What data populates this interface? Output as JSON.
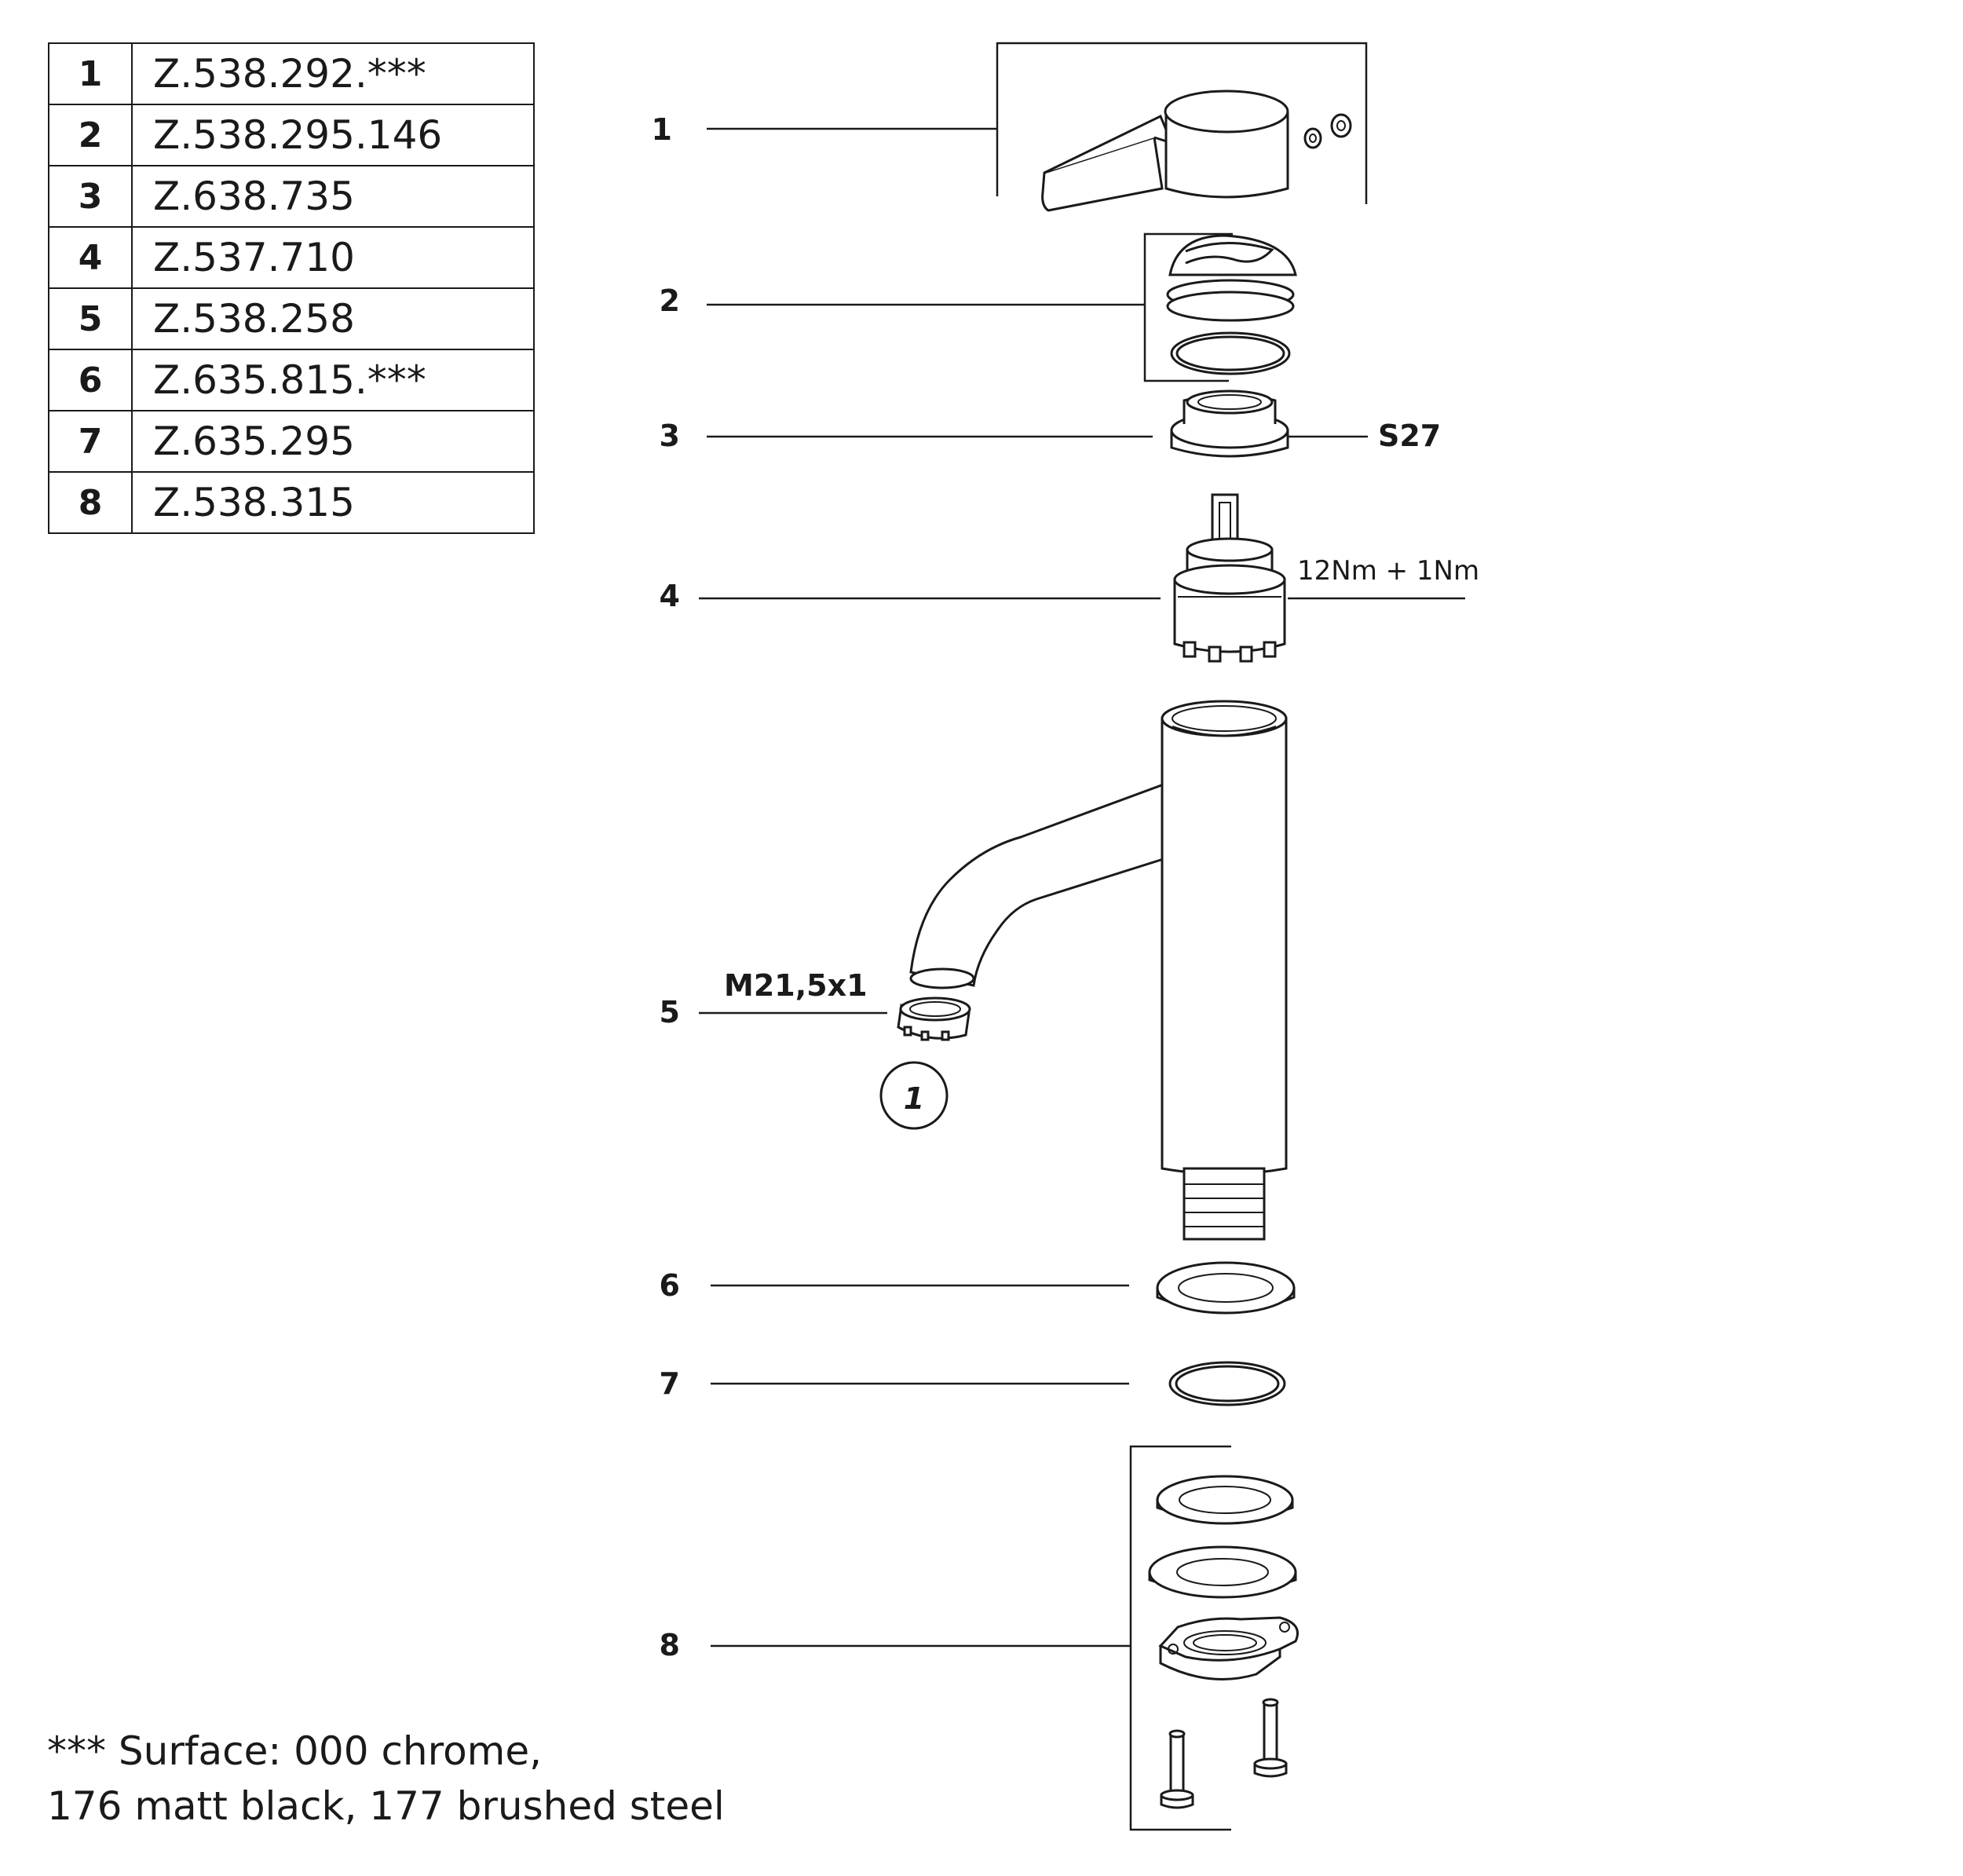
{
  "parts_table": [
    {
      "num": "1",
      "code": "Z.538.292.***"
    },
    {
      "num": "2",
      "code": "Z.538.295.146"
    },
    {
      "num": "3",
      "code": "Z.638.735"
    },
    {
      "num": "4",
      "code": "Z.537.710"
    },
    {
      "num": "5",
      "code": "Z.538.258"
    },
    {
      "num": "6",
      "code": "Z.635.815.***"
    },
    {
      "num": "7",
      "code": "Z.635.295"
    },
    {
      "num": "8",
      "code": "Z.538.315"
    }
  ],
  "callouts": {
    "c1": "1",
    "c2": "2",
    "c3": "3",
    "c4": "4",
    "c5": "5",
    "c6": "6",
    "c7": "7",
    "c8": "8"
  },
  "annotations": {
    "wrench_size": "S27",
    "torque": "12Nm + 1Nm",
    "thread": "M21,5x1",
    "tool_number": "1"
  },
  "footnote": {
    "line1": "*** Surface: 000 chrome,",
    "line2": "176 matt black, 177 brushed steel"
  }
}
